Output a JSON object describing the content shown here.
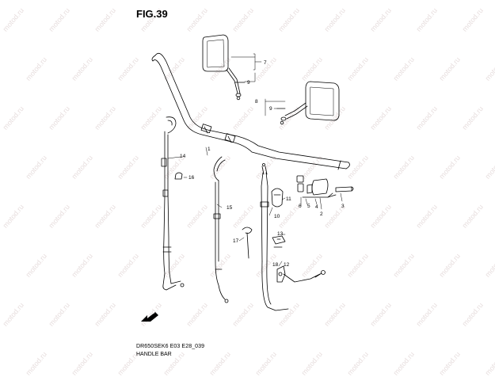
{
  "figure": {
    "title": "FIG.39",
    "code": "DR650SEK6 E03 E28_039",
    "caption": "HANDLE BAR",
    "watermark": "motod.ru"
  },
  "callouts": {
    "c1": "1",
    "c2": "2",
    "c3": "3",
    "c4": "4",
    "c5": "5",
    "c6": "6",
    "c7": "7",
    "c8": "8",
    "c9a": "9",
    "c9b": "9",
    "c10": "10",
    "c11": "11",
    "c12": "12",
    "c13": "13",
    "c14": "14",
    "c15": "15",
    "c16": "16",
    "c17": "17",
    "c18": "18"
  },
  "colors": {
    "line": "#000000",
    "watermark": "#e7dede",
    "background": "#ffffff"
  }
}
